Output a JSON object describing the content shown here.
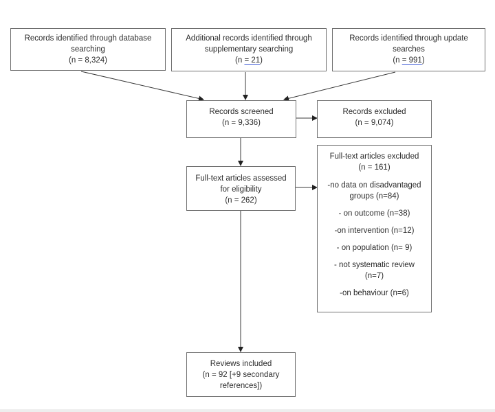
{
  "flow": {
    "identified": {
      "database": {
        "line1": "Records identified through database",
        "line2": "searching",
        "line3": "(n = 8,324)"
      },
      "supplementary": {
        "line1": "Additional records identified through",
        "line2": "supplementary searching",
        "line3_prefix": "(n ",
        "line3_mark": "= 21",
        "line3_suffix": ")"
      },
      "update": {
        "line1": "Records identified through update",
        "line2": "searches",
        "line3_prefix": "(n ",
        "line3_mark": "= 991",
        "line3_suffix": ")"
      }
    },
    "screened": {
      "line1": "Records screened",
      "line2": "(n = 9,336)"
    },
    "excluded": {
      "line1": "Records excluded",
      "line2": "(n = 9,074)"
    },
    "assessed": {
      "line1": "Full-text articles assessed",
      "line2": "for eligibility",
      "line3": "(n = 262)"
    },
    "fulltext_excluded": {
      "line1": "Full-text articles excluded",
      "line2": "(n = 161)",
      "r1a": "-no data on disadvantaged",
      "r1b": "groups (n=84)",
      "r2": "-  on outcome (n=38)",
      "r3": "-on intervention (n=12)",
      "r4": "- on population (n= 9)",
      "r5a": "- not systematic review",
      "r5b": "(n=7)",
      "r6": "-on behaviour (n=6)"
    },
    "included": {
      "line1": "Reviews included",
      "line2": "(n = 92 [+9 secondary",
      "line3": "references])"
    }
  }
}
